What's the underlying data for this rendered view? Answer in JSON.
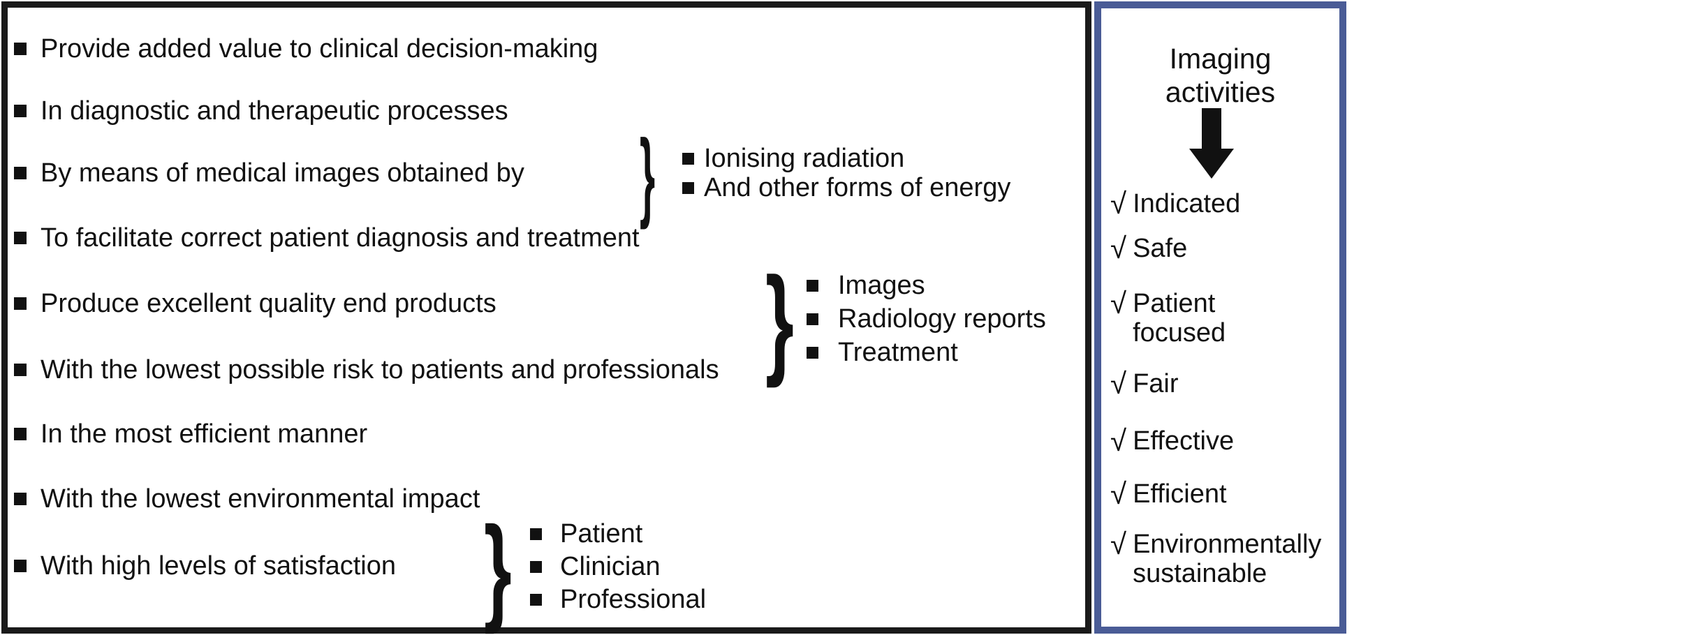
{
  "left_panel": {
    "bullets": [
      "Provide added value to clinical decision-making",
      "In diagnostic and therapeutic processes",
      "By means of medical images obtained by",
      "To facilitate correct patient diagnosis and treatment",
      "Produce excellent quality end products",
      "With the lowest possible risk to patients and professionals",
      "In the most efficient manner",
      "With the lowest environmental impact",
      "With high levels of satisfaction"
    ],
    "brace_groups": [
      {
        "items": [
          "Ionising radiation",
          "And other forms of energy"
        ]
      },
      {
        "items": [
          "Images",
          "Radiology reports",
          "Treatment"
        ]
      },
      {
        "items": [
          "Patient",
          "Clinician",
          "Professional"
        ]
      }
    ]
  },
  "right_panel": {
    "title": "Imaging activities",
    "checkmark": "√",
    "items": [
      "Indicated",
      "Safe",
      "Patient focused",
      "Fair",
      "Effective",
      "Efficient",
      "Environmentally sustainable"
    ]
  },
  "icons": {
    "brace": "}",
    "down_arrow": "down-arrow"
  },
  "colors": {
    "text": "#111111",
    "left_box_border": "#1a1a1a",
    "right_box_border": "#4a5c96",
    "background": "#ffffff"
  }
}
